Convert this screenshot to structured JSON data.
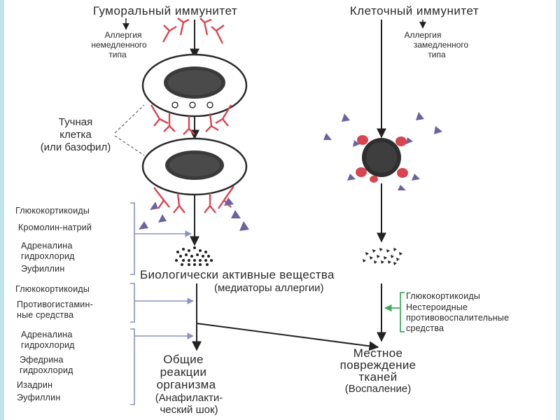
{
  "humoral": {
    "title": "Гуморальный иммунитет",
    "allergy_line1": "Аллергия",
    "allergy_line2": "немедленного",
    "allergy_line3": "типа"
  },
  "cellular": {
    "title": "Клеточный иммунитет",
    "allergy_line1": "Аллергия",
    "allergy_line2": "замедленного",
    "allergy_line3": "типа"
  },
  "mast_cell": {
    "line1": "Тучная",
    "line2": "клетка",
    "line3": "(или базофил)"
  },
  "bav": {
    "title": "Биологически активные вещества",
    "subtitle": "(медиаторы аллергии)"
  },
  "left_group1": [
    "Глюкокортикоиды",
    "Кромолин-натрий",
    "Адреналина",
    "гидрохлорид",
    "Эуфиллин"
  ],
  "left_group2": [
    "Глюкокортикоиды",
    "Противогистамин-",
    "ные средства"
  ],
  "left_group3": [
    "Адреналина",
    "гидрохлорид",
    "Эфедрина",
    "гидрохлорид",
    "Изадрин",
    "Эуфиллин"
  ],
  "right_group": [
    "Глюкокортикоиды",
    "Нестероидные",
    "противовоспалительные",
    "средства"
  ],
  "general": {
    "line1": "Общие",
    "line2": "реакции",
    "line3": "организма",
    "line4": "(Анафилакти-",
    "line5": "ческий шок)"
  },
  "local": {
    "line1": "Местное",
    "line2": "повреждение",
    "line3": "тканей",
    "line4": "(Воспаление)"
  },
  "colors": {
    "antibody": "#d9454f",
    "allergen": "#6a63a0",
    "bracket_arrow": "#8a93c2",
    "green": "#3fae60",
    "text": "#2a2a2a"
  }
}
